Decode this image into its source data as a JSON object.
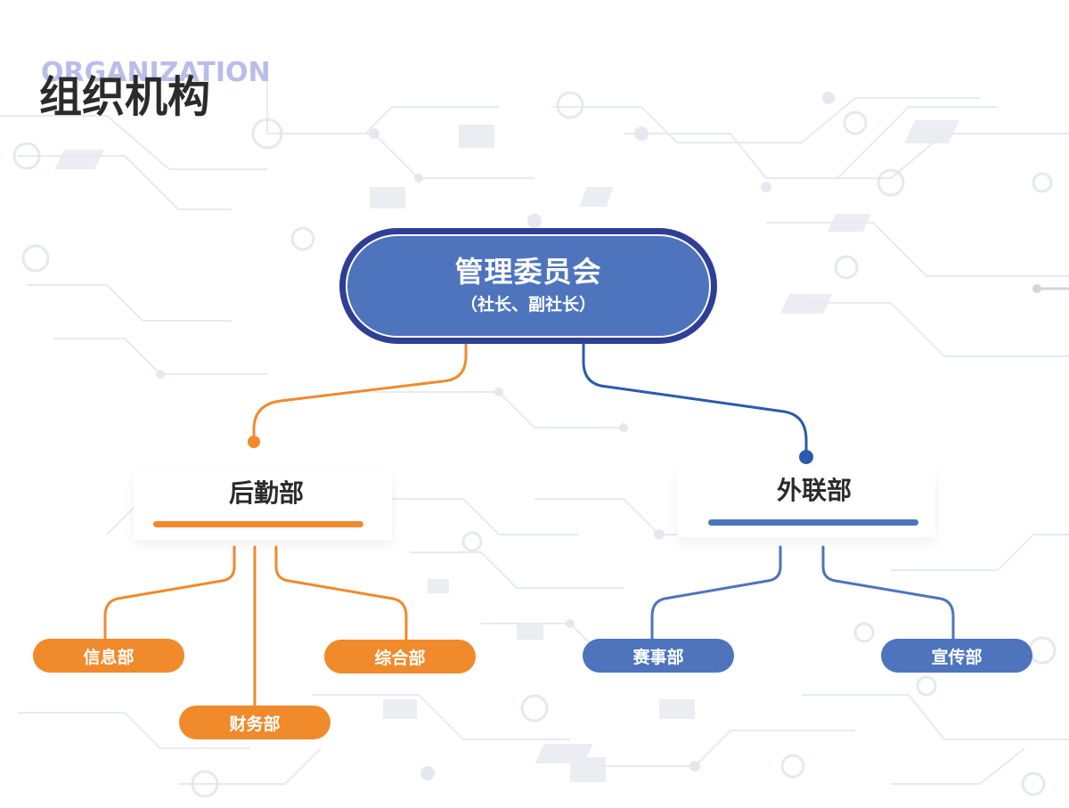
{
  "header": {
    "eyebrow": "ORGANIZATION",
    "title": "组织机构"
  },
  "root": {
    "title": "管理委员会",
    "subtitle": "（社长、副社长）"
  },
  "departments": [
    {
      "label": "后勤部",
      "color": "#f08a2b"
    },
    {
      "label": "外联部",
      "color": "#4d74bd"
    }
  ],
  "sub_units": {
    "logistics": [
      {
        "label": "信息部"
      },
      {
        "label": "财务部"
      },
      {
        "label": "综合部"
      }
    ],
    "outreach": [
      {
        "label": "赛事部"
      },
      {
        "label": "宣传部"
      }
    ]
  },
  "colors": {
    "orange": "#f08a2b",
    "blue": "#4d74bd",
    "root_outer": "#2f3f95",
    "eyebrow": "#b9bde9"
  }
}
